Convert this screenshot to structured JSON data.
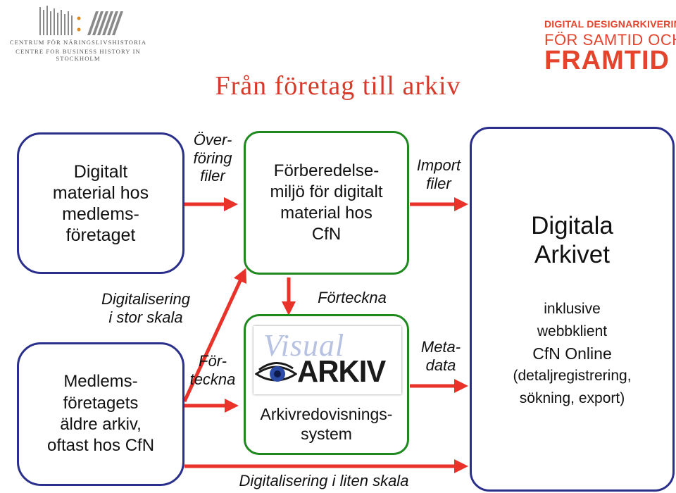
{
  "header": {
    "logo_left": {
      "line1": "CENTRUM FÖR NÄRINGSLIVSHISTORIA",
      "line2": "CENTRE FOR BUSINESS HISTORY IN STOCKHOLM"
    },
    "logo_right": {
      "line1": "DIGITAL DESIGNARKIVERING",
      "line2": "FÖR SAMTID OCH",
      "line3": "FRAMTID"
    },
    "title": "Från företag till arkiv"
  },
  "boxes": {
    "digital_material": [
      "Digitalt",
      "material hos",
      "medlems-",
      "företaget"
    ],
    "old_archive": [
      "Medlems-",
      "företagets",
      "äldre arkiv,",
      "oftast hos CfN"
    ],
    "preparation": [
      "Förberedelse-",
      "miljö för digitalt",
      "material hos",
      "CfN"
    ],
    "visual_arkiv": {
      "logo_word1": "Visual",
      "logo_word2": "ARKIV",
      "caption": [
        "Arkivredovisnings-",
        "system"
      ]
    },
    "digital_archive": {
      "title": [
        "Digitala",
        "Arkivet"
      ],
      "details": [
        "inklusive",
        "webbklient",
        "CfN Online",
        "(detaljregistrering,",
        "sökning, export)"
      ]
    }
  },
  "labels": {
    "transfer": [
      "Över-",
      "föring",
      "filer"
    ],
    "import": [
      "Import",
      "filer"
    ],
    "digitize_large": [
      "Digitalisering",
      "i stor skala"
    ],
    "register_left": [
      "För-",
      "teckna"
    ],
    "register_center": "Förteckna",
    "metadata": [
      "Meta-",
      "data"
    ],
    "digitize_small": "Digitalisering i liten skala"
  },
  "colors": {
    "blue_border": "#2a2f8c",
    "green_border": "#1e8a1e",
    "arrow": "#e8322a",
    "title": "#d73a2a",
    "logo_orange": "#e4442c"
  }
}
